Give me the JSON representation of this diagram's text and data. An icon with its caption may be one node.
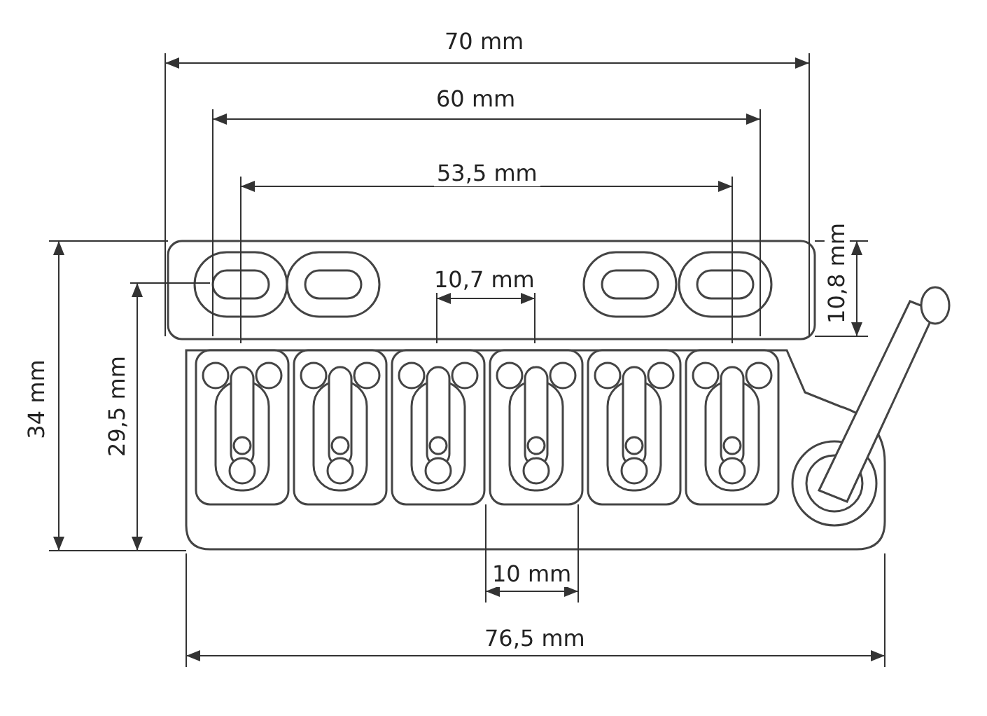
{
  "diagram": {
    "labels": [
      "70 mm",
      "60 mm",
      "53,5 mm",
      "10,7 mm",
      "10,8 mm",
      "34 mm",
      "29,5 mm",
      "10 mm",
      "76,5 mm"
    ]
  }
}
